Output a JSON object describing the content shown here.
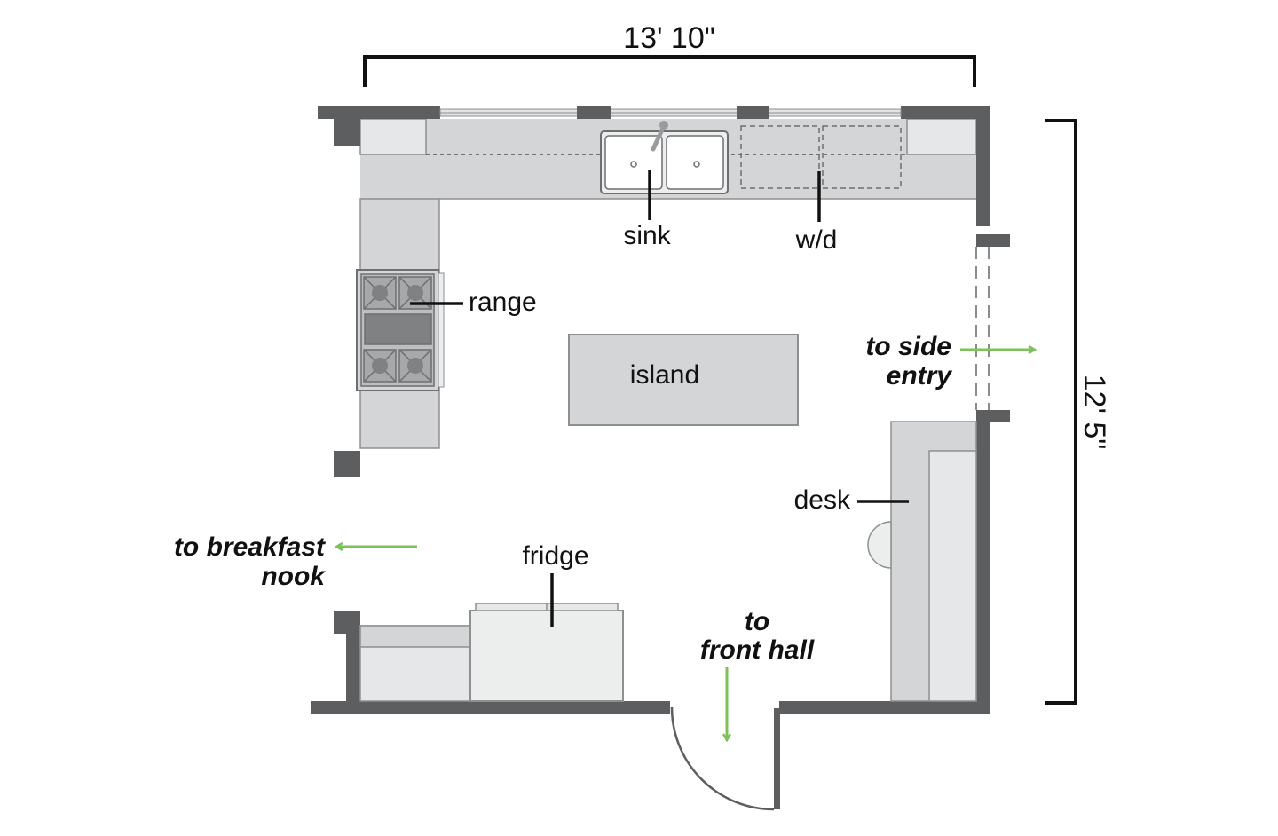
{
  "dimensions": {
    "width": "13' 10\"",
    "height": "12' 5\""
  },
  "labels": {
    "sink": "sink",
    "washer_dryer": "w/d",
    "range": "range",
    "island": "island",
    "desk": "desk",
    "fridge": "fridge"
  },
  "exits": {
    "side_entry": [
      "to side",
      "entry"
    ],
    "breakfast_nook": [
      "to breakfast",
      "nook"
    ],
    "front_hall": [
      "to",
      "front hall"
    ]
  },
  "colors": {
    "wall": "#5d5e60",
    "counter": "#d4d5d7",
    "appliance": "#eceded",
    "line": "#111111",
    "arrow": "#7cc15a"
  }
}
